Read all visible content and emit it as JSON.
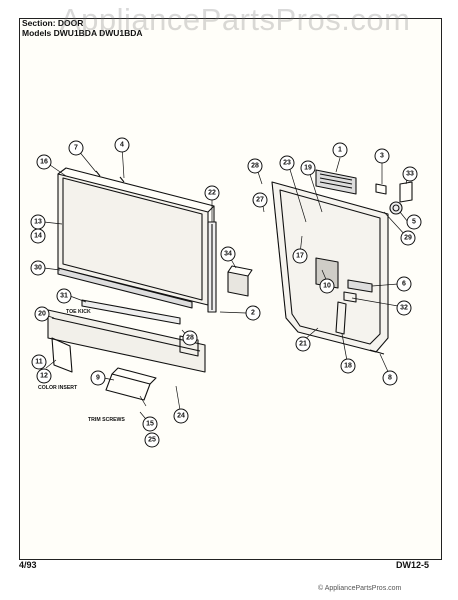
{
  "header": {
    "section_line": "Section:   DOOR",
    "model_line": "Models  DWU1BDA  DWU1BDA"
  },
  "watermark": "AppliancePartsPros.com",
  "notes": {
    "toe_kick": "TOE KICK",
    "color_insert": "COLOR INSERT",
    "trim_screws": "TRIM SCREWS"
  },
  "callouts": [
    "16",
    "7",
    "4",
    "13",
    "14",
    "30",
    "31",
    "20",
    "11",
    "12",
    "9",
    "25",
    "15",
    "24",
    "28",
    "22",
    "34",
    "2",
    "1",
    "3",
    "33",
    "5",
    "29",
    "28",
    "23",
    "19",
    "27",
    "17",
    "10",
    "6",
    "32",
    "21",
    "18",
    "8"
  ],
  "footer": {
    "date": "4/93",
    "page_code": "DW12-5"
  },
  "copyright": "© AppliancePartsPros.com"
}
